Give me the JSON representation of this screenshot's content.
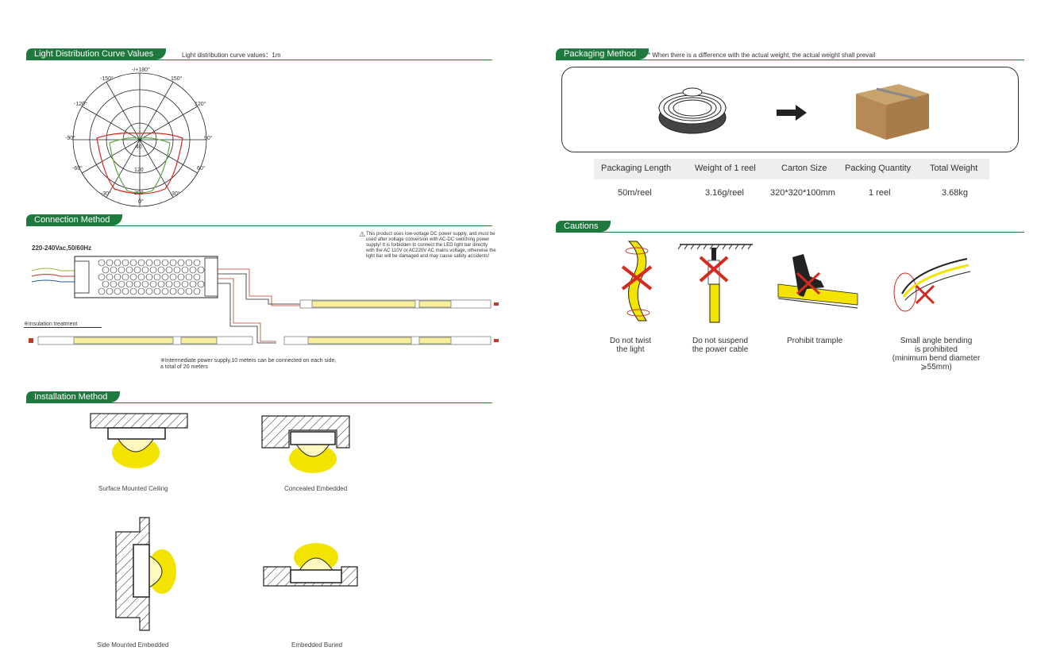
{
  "light_distribution": {
    "section_title": "Light Distribution Curve Values",
    "subtitle": "Light distribution curve values：1m",
    "angle_labels": {
      "top": "-/+180°",
      "upper_left": "-150°",
      "upper_right": "150°",
      "mid_upper_left": "-120°",
      "mid_upper_right": "120°",
      "left": "-90°",
      "right": "90°",
      "mid_lower_left": "-60°",
      "mid_lower_right": "60°",
      "lower_left": "-30°",
      "lower_right": "30°",
      "bottom": "0°"
    },
    "radial_labels": [
      "40",
      "120",
      "200"
    ]
  },
  "connection": {
    "section_title": "Connection Method",
    "voltage": "220-240Vac,50/60Hz",
    "warning": "This product uses low-voltage DC power supply, and must be used after voltage conversion with AC-DC switching power supply! It is forbidden to connect the LED light bar directly with the AC 110V or AC220V AC mains voltage, otherwise the light bar will be damaged and may cause safety accidents!",
    "insulation": "※Insulation treatment",
    "note_line1": "※Intermediate power supply,10 meters can be connected on each side,",
    "note_line2": "a total of 20 meters"
  },
  "installation": {
    "section_title": "Installation Method",
    "items": [
      "Surface Mounted Ceiling",
      "Concealed Embedded",
      "Side Mounted Embedded",
      "Embedded Buried"
    ]
  },
  "packaging": {
    "section_title": "Packaging Method",
    "note": "* When there is a difference with the actual weight, the actual weight shall prevail",
    "headers": [
      "Packaging Length",
      "Weight of 1 reel",
      "Carton Size",
      "Packing Quantity",
      "Total Weight"
    ],
    "values": [
      "50m/reel",
      "3.16g/reel",
      "320*320*100mm",
      "1 reel",
      "3.68kg"
    ]
  },
  "cautions": {
    "section_title": "Cautions",
    "items": [
      {
        "line1": "Do not twist",
        "line2": "the light",
        "line3": "",
        "line4": ""
      },
      {
        "line1": "Do not suspend",
        "line2": "the power cable",
        "line3": "",
        "line4": ""
      },
      {
        "line1": "Prohibit trample",
        "line2": "",
        "line3": "",
        "line4": ""
      },
      {
        "line1": "Small angle bending",
        "line2": "is prohibited",
        "line3": "(minimum bend diameter",
        "line4": "⩾55mm)"
      }
    ]
  },
  "colors": {
    "brand_green": "#1e7a3c",
    "light_yellow": "#f2e400",
    "curve_red": "#d42a1f",
    "curve_green": "#62a844"
  }
}
